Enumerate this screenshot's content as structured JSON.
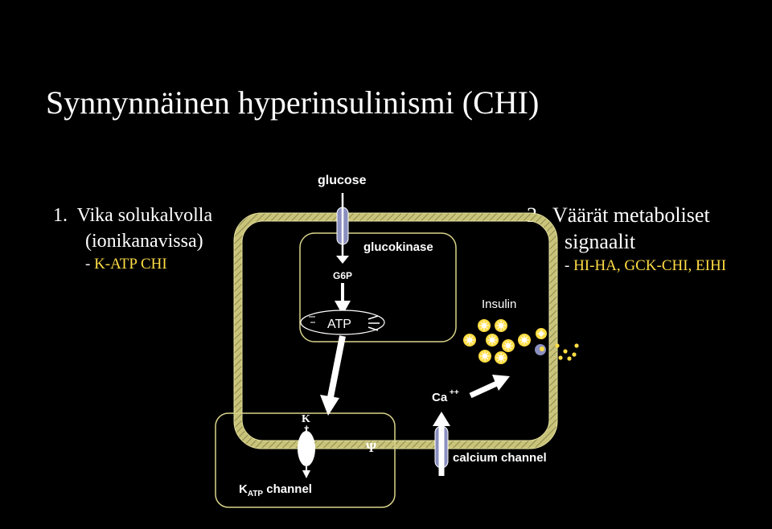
{
  "title": "Synnynnäinen hyperinsulinismi (CHI)",
  "left_list": {
    "line1": "1.  Vika solukalvolla",
    "line2": "(ionikanavissa)",
    "sub_dash": "- ",
    "sub_value": "K-ATP CHI"
  },
  "right_list": {
    "line1": "2.  Väärät metaboliset",
    "line2": "signaalit",
    "sub_dash": "- ",
    "sub_value": "HI-HA, GCK-CHI, EIHI"
  },
  "diagram": {
    "glucose": "glucose",
    "glucokinase": "glucokinase",
    "g6p": "G6P",
    "atp": "ATP",
    "insulin": "Insulin",
    "ca": "Ca",
    "ca_charge": "++",
    "k": "K",
    "k_charge": "+",
    "psi": "Ψ",
    "calcium_channel": "calcium channel",
    "katp_k": "K",
    "katp_sub": "ATP",
    "katp_rest": " channel"
  },
  "colors": {
    "membrane": "#d9d48a",
    "highlight": "#ffdd44",
    "channel": "#8a8fbf"
  }
}
